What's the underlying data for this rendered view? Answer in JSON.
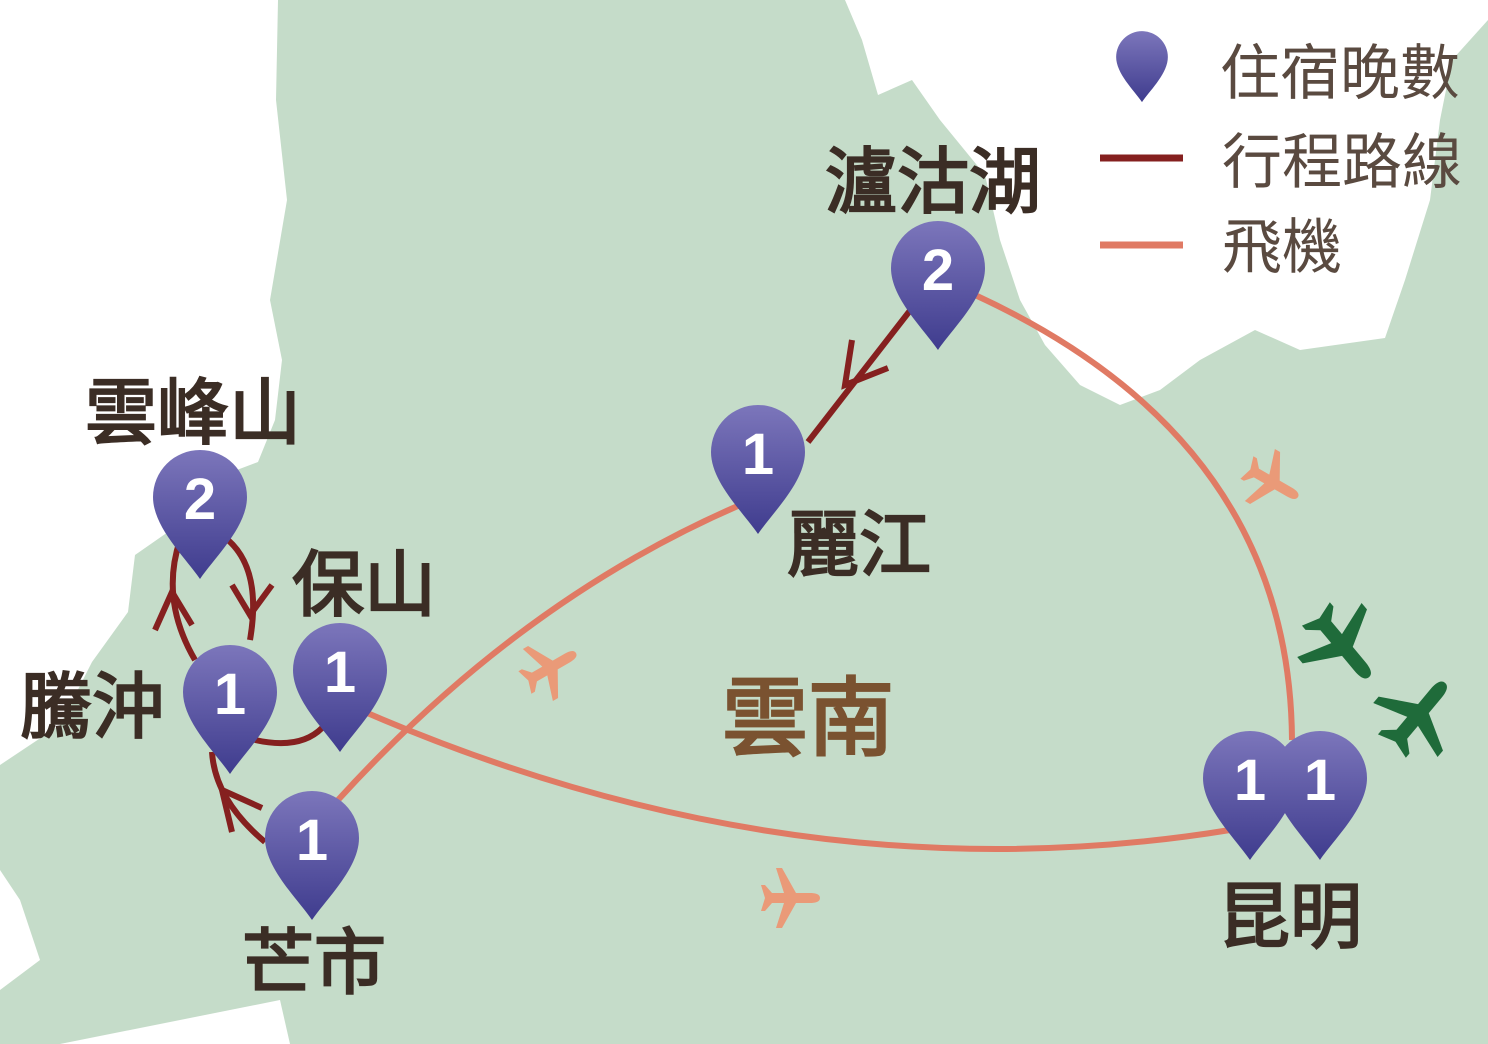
{
  "region_label": "雲南",
  "colors": {
    "land": "#c5dcc9",
    "route": "#85201f",
    "flight": "#e07a64",
    "plane_flight": "#ea9a78",
    "plane_green": "#1f6b3a",
    "pin_top": "#7c76bb",
    "pin_bottom": "#3f3c8e"
  },
  "legend": {
    "nights": "住宿晚數",
    "route": "行程路線",
    "flight": "飛機"
  },
  "places": {
    "lugu": {
      "name": "瀘沽湖",
      "nights": "2"
    },
    "lijiang": {
      "name": "麗江",
      "nights": "1"
    },
    "yunfeng": {
      "name": "雲峰山",
      "nights": "2"
    },
    "baoshan": {
      "name": "保山",
      "nights": "1"
    },
    "tengchong": {
      "name": "騰沖",
      "nights": "1"
    },
    "mangshi": {
      "name": "芒市",
      "nights": "1"
    },
    "kunming": {
      "name": "昆明",
      "nights_a": "1",
      "nights_b": "1"
    }
  }
}
